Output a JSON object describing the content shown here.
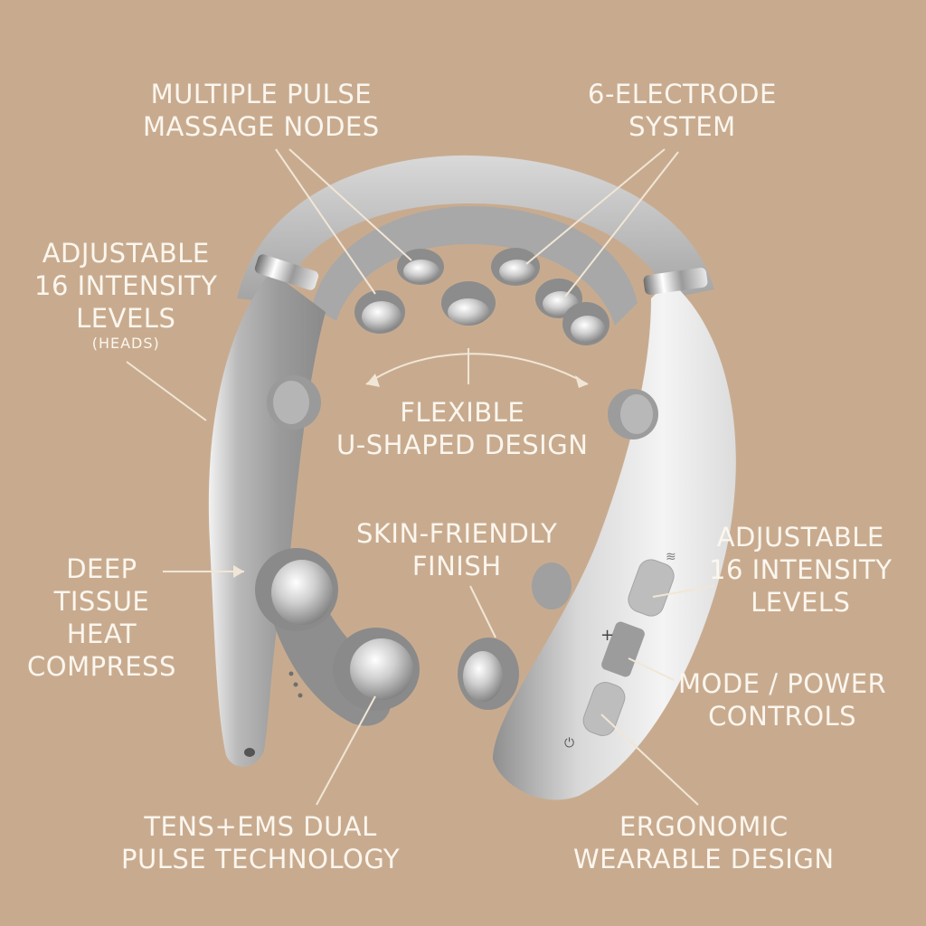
{
  "labels": {
    "pulse_nodes": [
      "MULTIPLE PULSE",
      "MASSAGE NODES"
    ],
    "electrode": [
      "6-ELECTRODE",
      "SYSTEM"
    ],
    "intensity_left": [
      "ADJUSTABLE",
      "16 INTENSITY",
      "LEVELS"
    ],
    "intensity_left_note": "(HEADS)",
    "flexible": [
      "FLEXIBLE",
      "U-SHAPED DESIGN"
    ],
    "skin": [
      "SKIN-FRIENDLY",
      "FINISH"
    ],
    "intensity_right": [
      "ADJUSTABLE",
      "16 INTENSITY",
      "LEVELS"
    ],
    "heat": [
      "DEEP",
      "TISSUE",
      "HEAT",
      "COMPRESS"
    ],
    "controls": [
      "MODE / POWER",
      "CONTROLS"
    ],
    "tens": [
      "TENS+EMS DUAL",
      "PULSE TECHNOLOGY"
    ],
    "ergonomic": [
      "ERGONOMIC",
      "WEARABLE DESIGN"
    ]
  },
  "device": {
    "button_plus": "+",
    "button_wave": "≋",
    "button_power": "⏻"
  },
  "colors": {
    "background": "#c8ab8f",
    "label_text": "#fbf6ee",
    "leader_line": "#f1e6d6",
    "body_gray": "#9a9a9a",
    "body_white": "#ececec"
  }
}
